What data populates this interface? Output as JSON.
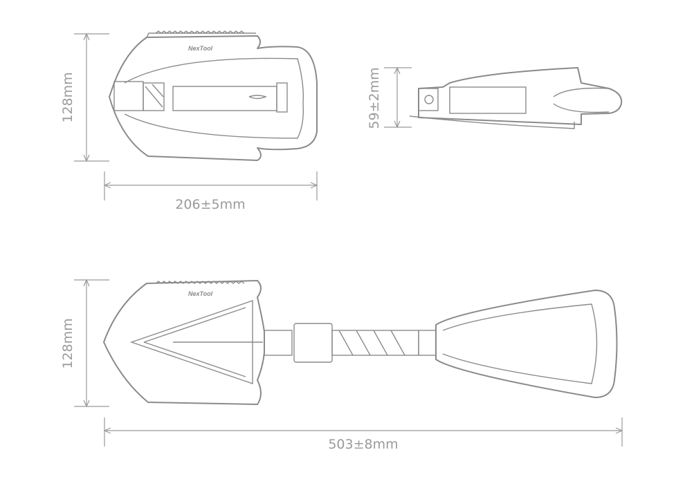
{
  "brand": "NexTool",
  "folded_top_view": {
    "height_label": "128mm",
    "length_label": "206±5mm"
  },
  "folded_side_view": {
    "thickness_label": "59±2mm"
  },
  "extended_view": {
    "height_label": "128mm",
    "length_label": "503±8mm"
  },
  "colors": {
    "line": "#8a8a8a",
    "dimension_text": "#9a9a9a",
    "background": "#ffffff"
  }
}
